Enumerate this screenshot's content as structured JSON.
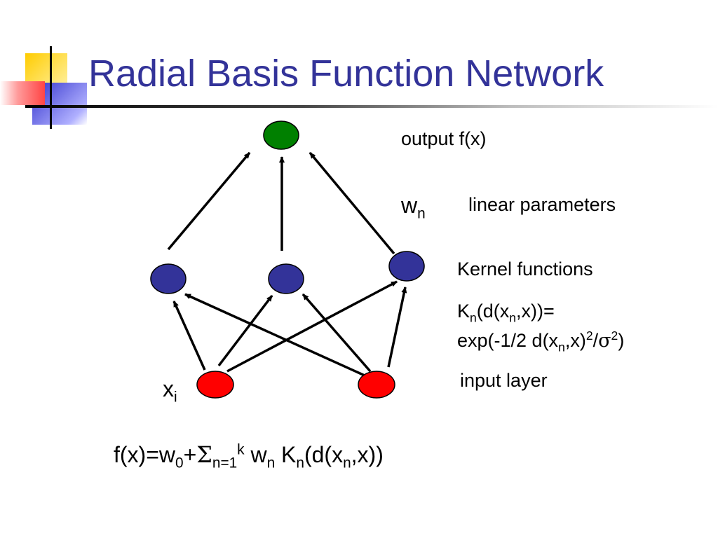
{
  "title": "Radial Basis Function Network",
  "colors": {
    "title": "#333399",
    "output_node": "#008000",
    "hidden_node": "#333399",
    "input_node": "#ff0000",
    "deco_yellow": "#ffd633",
    "deco_red": "#ff5a5a",
    "deco_blue": "#3333cc"
  },
  "labels": {
    "output": "output f(x)",
    "weight_w": "w",
    "weight_sub": "n",
    "linear_params": "linear parameters",
    "kernel_functions": "Kernel functions",
    "kernel_K": "K",
    "kernel_n1": "n",
    "kernel_mid1": "(d(x",
    "kernel_n2": "n",
    "kernel_end1": ",x))=",
    "exp_start": "exp(-1/2 d(x",
    "exp_n": "n",
    "exp_mid": ",x)",
    "exp_sq1": "2",
    "exp_slash": "/",
    "exp_sigma": "σ",
    "exp_sq2": "2",
    "exp_end": ")",
    "input_layer": "input layer",
    "xi_x": "x",
    "xi_sub": "i"
  },
  "formula": {
    "lhs": "f(x)=w",
    "w_sub": "0",
    "plus": "+",
    "sum": "Σ",
    "sum_sub": "n=1",
    "sum_sup": "k",
    "w": " w",
    "w_n": "n",
    "K": " K",
    "K_n": "n",
    "d": "(d(x",
    "x_n": "n",
    "end": ",x))"
  }
}
